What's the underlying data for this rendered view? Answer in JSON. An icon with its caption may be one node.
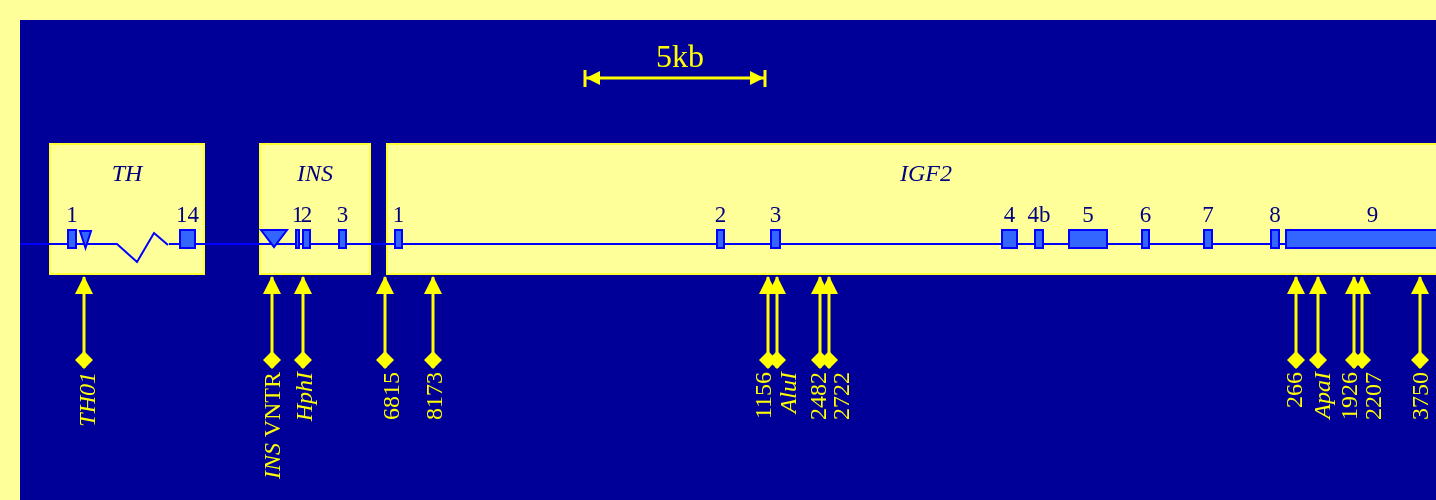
{
  "diagram": {
    "nodes": [
      {
        "text": [
          "TH"
        ]
      },
      {
        "text": [
          "1"
        ],
        "in": 0
      },
      {
        "text": [],
        "shape": "triangle",
        "in": 0
      },
      {
        "text": [
          "14"
        ],
        "in": 0
      },
      {
        "text": [
          "INS"
        ]
      },
      {
        "text": [],
        "shape": "triangle",
        "in": 4
      },
      {
        "text": [
          "1"
        ],
        "in": 4
      },
      {
        "text": [
          "2"
        ],
        "in": 4
      },
      {
        "text": [
          "3"
        ],
        "in": 4
      },
      {
        "text": [
          "IGF2"
        ]
      },
      {
        "text": [
          "1"
        ],
        "in": 9
      },
      {
        "text": [
          "2"
        ],
        "in": 9
      },
      {
        "text": [
          "3"
        ],
        "in": 9
      },
      {
        "text": [
          "4"
        ],
        "in": 9
      },
      {
        "text": [
          "4b"
        ],
        "in": 9
      },
      {
        "text": [
          "5"
        ],
        "in": 9
      },
      {
        "text": [
          "6"
        ],
        "in": 9
      },
      {
        "text": [
          "7"
        ],
        "in": 9
      },
      {
        "text": [
          "8"
        ],
        "in": 9
      },
      {
        "text": [
          "9"
        ],
        "in": 9
      },
      {
        "text": [
          "TH01"
        ]
      },
      {
        "text": [
          "*INS* VNTR"
        ]
      },
      {
        "text": [
          "HphI"
        ]
      },
      {
        "text": [
          "6815"
        ]
      },
      {
        "text": [
          "8173"
        ]
      },
      {
        "text": [
          "1156"
        ]
      },
      {
        "text": [
          "AluI"
        ]
      },
      {
        "text": [
          "2482"
        ]
      },
      {
        "text": [
          "2722"
        ]
      },
      {
        "text": [
          "266"
        ]
      },
      {
        "text": [
          "ApaI"
        ]
      },
      {
        "text": [
          "1926"
        ]
      },
      {
        "text": [
          "2207"
        ]
      },
      {
        "text": [
          "3750"
        ]
      }
    ],
    "edges": [
      {
        "from": 20,
        "to": 0,
        "arrow": "to"
      },
      {
        "from": 21,
        "to": 4,
        "arrow": "to"
      },
      {
        "from": 22,
        "to": 4,
        "arrow": "to"
      },
      {
        "from": 23,
        "to": 4,
        "arrow": "to"
      },
      {
        "from": 24,
        "to": 9,
        "arrow": "to"
      },
      {
        "from": 25,
        "to": 9,
        "arrow": "to"
      },
      {
        "from": 26,
        "to": 9,
        "arrow": "to"
      },
      {
        "from": 27,
        "to": 9,
        "arrow": "to"
      },
      {
        "from": 28,
        "to": 9,
        "arrow": "to"
      },
      {
        "from": 29,
        "to": 9,
        "arrow": "to"
      },
      {
        "from": 30,
        "to": 9,
        "arrow": "to"
      },
      {
        "from": 31,
        "to": 9,
        "arrow": "to"
      },
      {
        "from": 32,
        "to": 9,
        "arrow": "to"
      },
      {
        "from": 33,
        "to": 9,
        "arrow": "to"
      }
    ],
    "labels": [
      "5kb"
    ]
  }
}
